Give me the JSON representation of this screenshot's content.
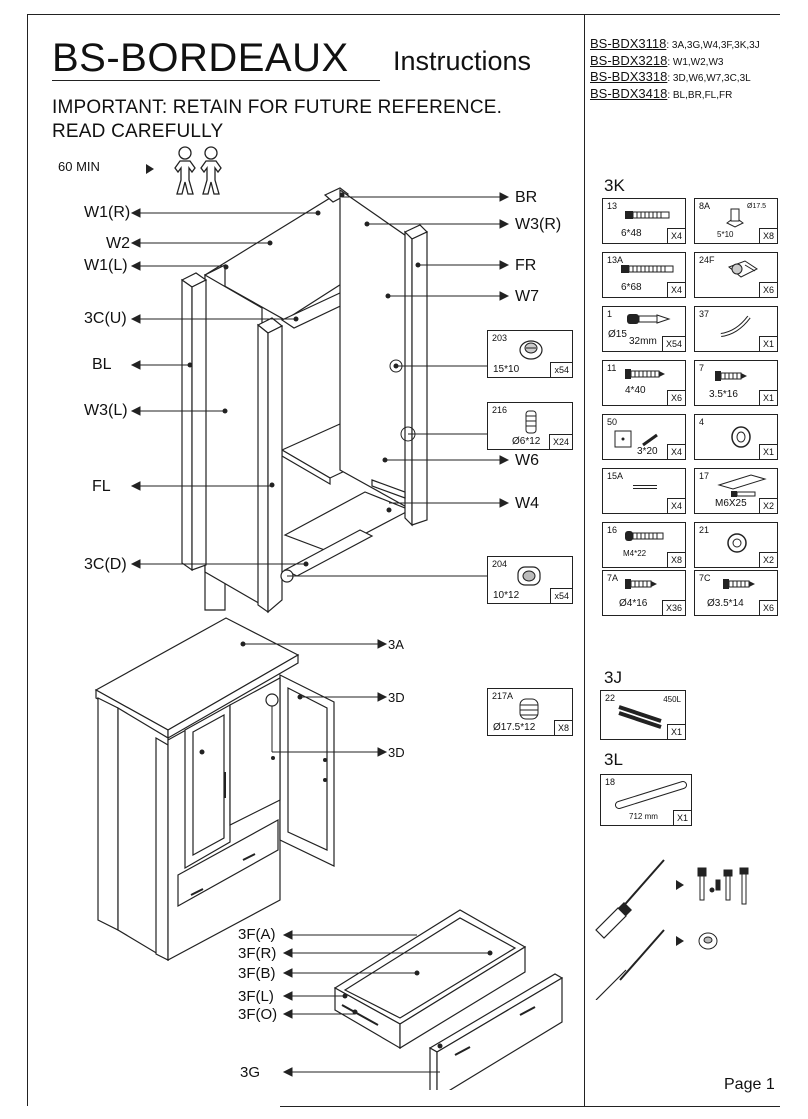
{
  "header": {
    "brand": "BS-BORDEAUX",
    "subtitle": "Instructions",
    "important_line1": "IMPORTANT:  RETAIN FOR FUTURE REFERENCE.",
    "important_line2": "READ CAREFULLY",
    "time": "60 MIN"
  },
  "models": [
    {
      "code": "BS-BDX3118",
      "parts": ": 3A,3G,W4,3F,3K,3J"
    },
    {
      "code": "BS-BDX3218",
      "parts": ": W1,W2,W3"
    },
    {
      "code": "BS-BDX3318",
      "parts": ": 3D,W6,W7,3C,3L"
    },
    {
      "code": "BS-BDX3418",
      "parts": ": BL,BR,FL,FR"
    }
  ],
  "cabinet_labels": {
    "br": "BR",
    "w3r": "W3(R)",
    "fr": "FR",
    "w7": "W7",
    "w6": "W6",
    "w4": "W4",
    "w1r": "W1(R)",
    "w2": "W2",
    "w1l": "W1(L)",
    "3cu": "3C(U)",
    "bl": "BL",
    "w3l": "W3(L)",
    "fl": "FL",
    "3cd": "3C(D)"
  },
  "callouts": {
    "c203": {
      "id": "203",
      "size": "15*10",
      "count": "x54"
    },
    "c216": {
      "id": "216",
      "size": "Ø6*12",
      "count": "X24"
    },
    "c204": {
      "id": "204",
      "size": "10*12",
      "count": "x54"
    },
    "c217a": {
      "id": "217A",
      "size": "Ø17.5*12",
      "count": "X8"
    }
  },
  "front_labels": {
    "3a": "3A",
    "3d1": "3D",
    "3d2": "3D",
    "3fa": "3F(A)",
    "3fr": "3F(R)",
    "3fb": "3F(B)",
    "3fl": "3F(L)",
    "3fo": "3F(O)",
    "3g": "3G"
  },
  "kits": {
    "k3k": "3K",
    "k3j": "3J",
    "k3l": "3L"
  },
  "hardware": [
    {
      "id": "13",
      "size": "6*48",
      "count": "X4"
    },
    {
      "id": "8A",
      "size": "5*10",
      "extra": "Ø17.5",
      "count": "X8"
    },
    {
      "id": "13A",
      "size": "6*68",
      "count": "X4"
    },
    {
      "id": "24F",
      "size": "",
      "count": "X6"
    },
    {
      "id": "1",
      "size": "Ø15",
      "size2": "32mm",
      "count": "X54"
    },
    {
      "id": "37",
      "size": "",
      "count": "X1"
    },
    {
      "id": "11",
      "size": "4*40",
      "count": "X6"
    },
    {
      "id": "7",
      "size": "3.5*16",
      "count": "X1"
    },
    {
      "id": "50",
      "size": "3*20",
      "count": "X4"
    },
    {
      "id": "4",
      "size": "",
      "count": "X1"
    },
    {
      "id": "15A",
      "size": "",
      "count": "X4"
    },
    {
      "id": "17",
      "size": "M6X25",
      "count": "X2"
    },
    {
      "id": "16",
      "size": "M4*22",
      "count": "X8"
    },
    {
      "id": "21",
      "size": "",
      "count": "X2"
    },
    {
      "id": "7A",
      "size": "Ø4*16",
      "count": "X36"
    },
    {
      "id": "7C",
      "size": "Ø3.5*14",
      "count": "X6"
    }
  ],
  "kit_3j": {
    "id": "22",
    "size": "450L",
    "count": "X1"
  },
  "kit_3l": {
    "id": "18",
    "size": "712 mm",
    "count": "X1"
  },
  "footer": {
    "page": "Page 1"
  }
}
